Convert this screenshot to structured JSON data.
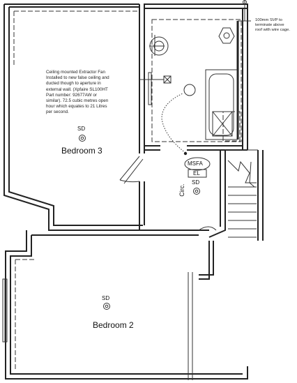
{
  "rooms": {
    "bedroom3": "Bedroom 3",
    "bedroom2": "Bedroom 2",
    "circ": "Circ."
  },
  "symbols": {
    "smoke_detector": "SD",
    "msfa": "MSFA",
    "el": "EL"
  },
  "notes": {
    "extractor_fan": [
      "Ceiling mounted Extractor Fan",
      "Installed to new false ceiling and",
      "ducted though to aperture in",
      "external wall. (Xpfaire SL100HT",
      "Part number: 92677AW or",
      "similar). 72.5 cubic metres open",
      "hour which equates to 21 Litres",
      "per second."
    ],
    "svp": [
      "100mm SVP to",
      "terminate above",
      "roof with wire cage."
    ]
  }
}
